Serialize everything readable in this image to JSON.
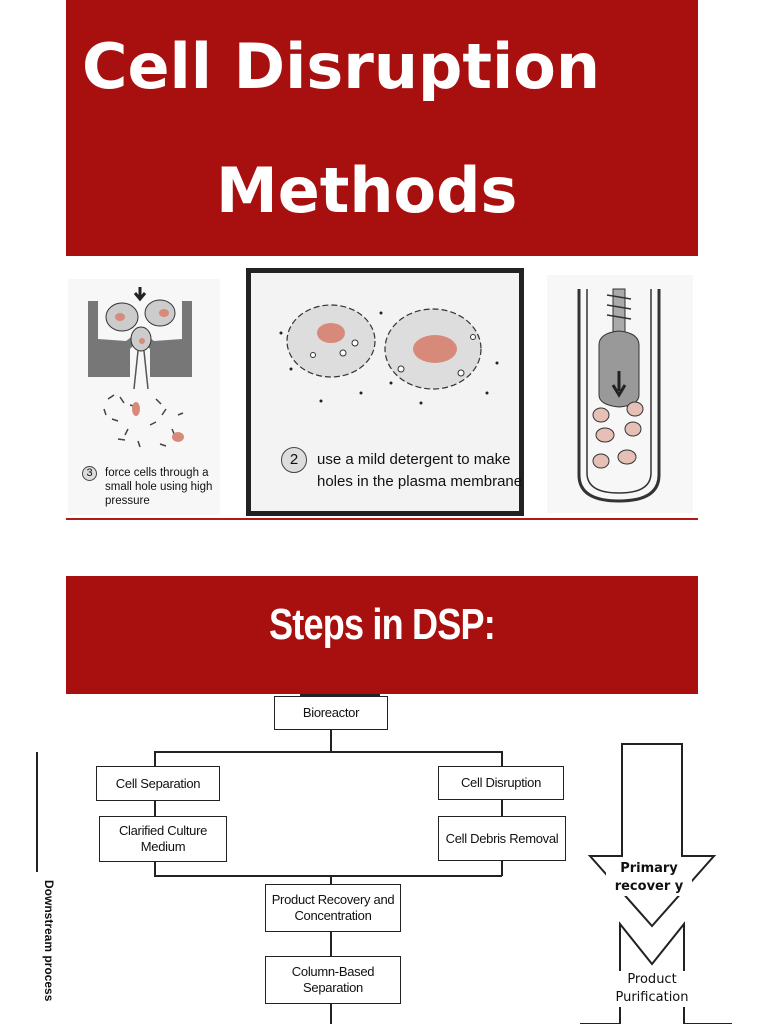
{
  "title": {
    "line1": "Cell Disruption",
    "line2": "Methods"
  },
  "panels": {
    "pressure": {
      "number": "3",
      "caption": "force cells through a small hole using high pressure"
    },
    "detergent": {
      "number": "2",
      "caption": "use a mild detergent to make holes in the plasma membrane"
    }
  },
  "dsp": {
    "heading": "Steps in DSP:",
    "side_label": "Downstream process",
    "boxes": {
      "bioreactor": "Bioreactor",
      "cell_separation": "Cell Separation",
      "cell_disruption": "Cell Disruption",
      "clarified": "Clarified Culture Medium",
      "debris": "Cell Debris Removal",
      "recovery": "Product Recovery and Concentration",
      "column": "Column-Based Separation"
    },
    "arrows": {
      "primary": "Primary recover y",
      "purification": "Product Purification"
    }
  }
}
